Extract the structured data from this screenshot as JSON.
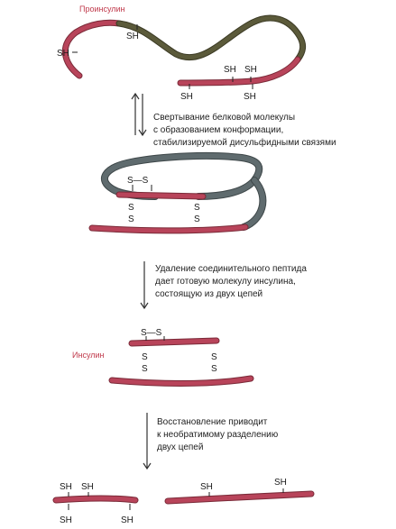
{
  "labels": {
    "proinsulin": "Проинсулин",
    "insulin": "Инсулин",
    "sh": "SH",
    "s": "S",
    "ss": "S—S"
  },
  "captions": {
    "step1": [
      "Свертывание белковой молекулы",
      "с образованием конформации,",
      "стабилизируемой дисульфидными связями"
    ],
    "step2": [
      "Удаление соединительного пептида",
      "дает готовую молекулу инсулина,",
      "состоящую из двух цепей"
    ],
    "step3": [
      "Восстановление приводит",
      "к необратимому разделению",
      "двух цепей"
    ]
  },
  "colors": {
    "chain": "#b8445a",
    "chain_edge": "#7a2a38",
    "connecting_peptide": "#5b5a3a",
    "connecting_peptide_folded": "#5f6b6e",
    "arrow": "#333333"
  }
}
